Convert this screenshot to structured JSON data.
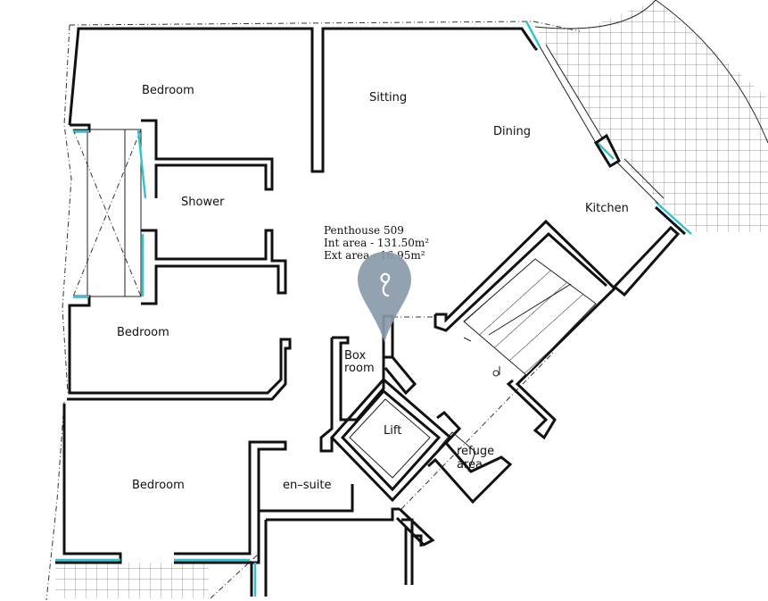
{
  "plan": {
    "rooms": {
      "bedroom_top": "Bedroom",
      "sitting": "Sitting",
      "dining": "Dining",
      "shower": "Shower",
      "kitchen": "Kitchen",
      "bedroom_mid": "Bedroom",
      "box_room_line1": "Box",
      "box_room_line2": "room",
      "lift": "Lift",
      "refuge_line1": "refuge",
      "refuge_line2": "area",
      "bedroom_bottom": "Bedroom",
      "en_suite": "en–suite"
    },
    "unit_info": {
      "name": "Penthouse 509",
      "int_area": "Int area - 131.50m²",
      "ext_area": "Ext area - 16.95m²"
    },
    "marker": {
      "icon": "map-pin-icon",
      "color": "#8a9aa9"
    },
    "colors": {
      "glazing": "#2ec4cf",
      "walls": "#111111"
    }
  }
}
